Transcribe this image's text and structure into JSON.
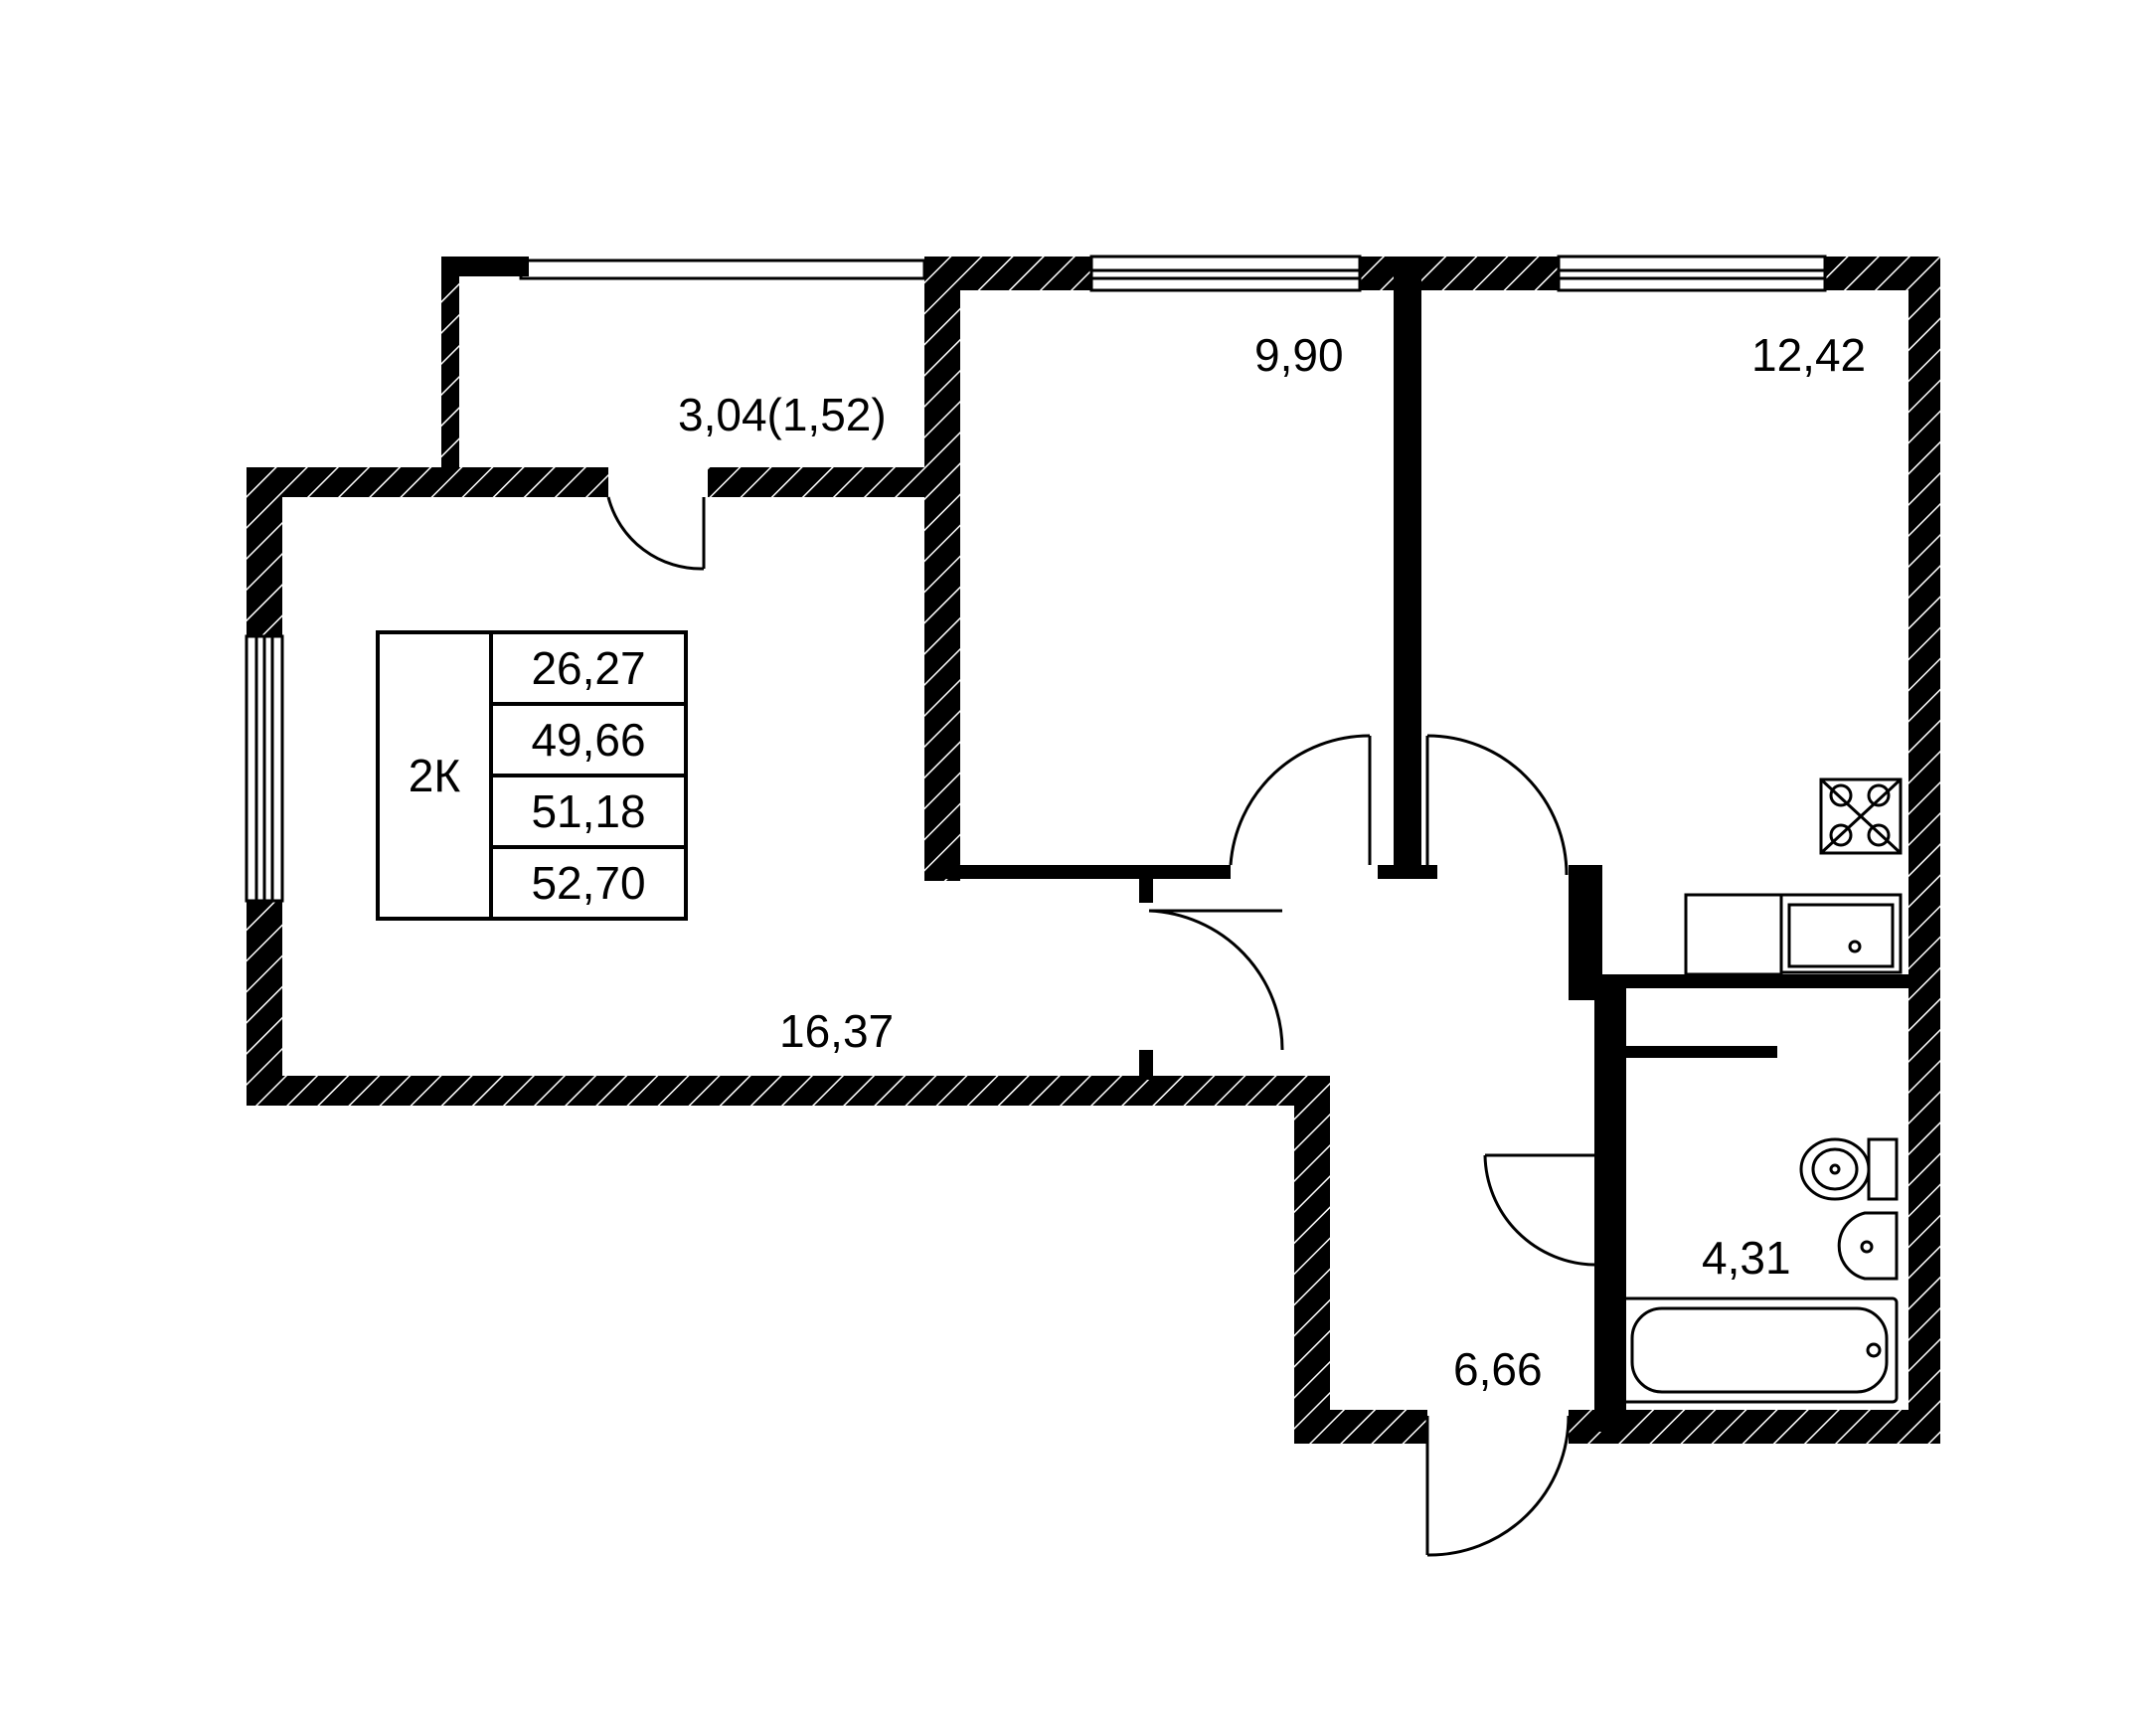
{
  "plan": {
    "apartment_type": "2К",
    "areas": [
      "26,27",
      "49,66",
      "51,18",
      "52,70"
    ],
    "rooms": {
      "balcony": "3,04(1,52)",
      "bedroom_small": "9,90",
      "bedroom_large": "12,42",
      "living_room": "16,37",
      "hallway": "6,66",
      "bathroom": "4,31"
    }
  }
}
